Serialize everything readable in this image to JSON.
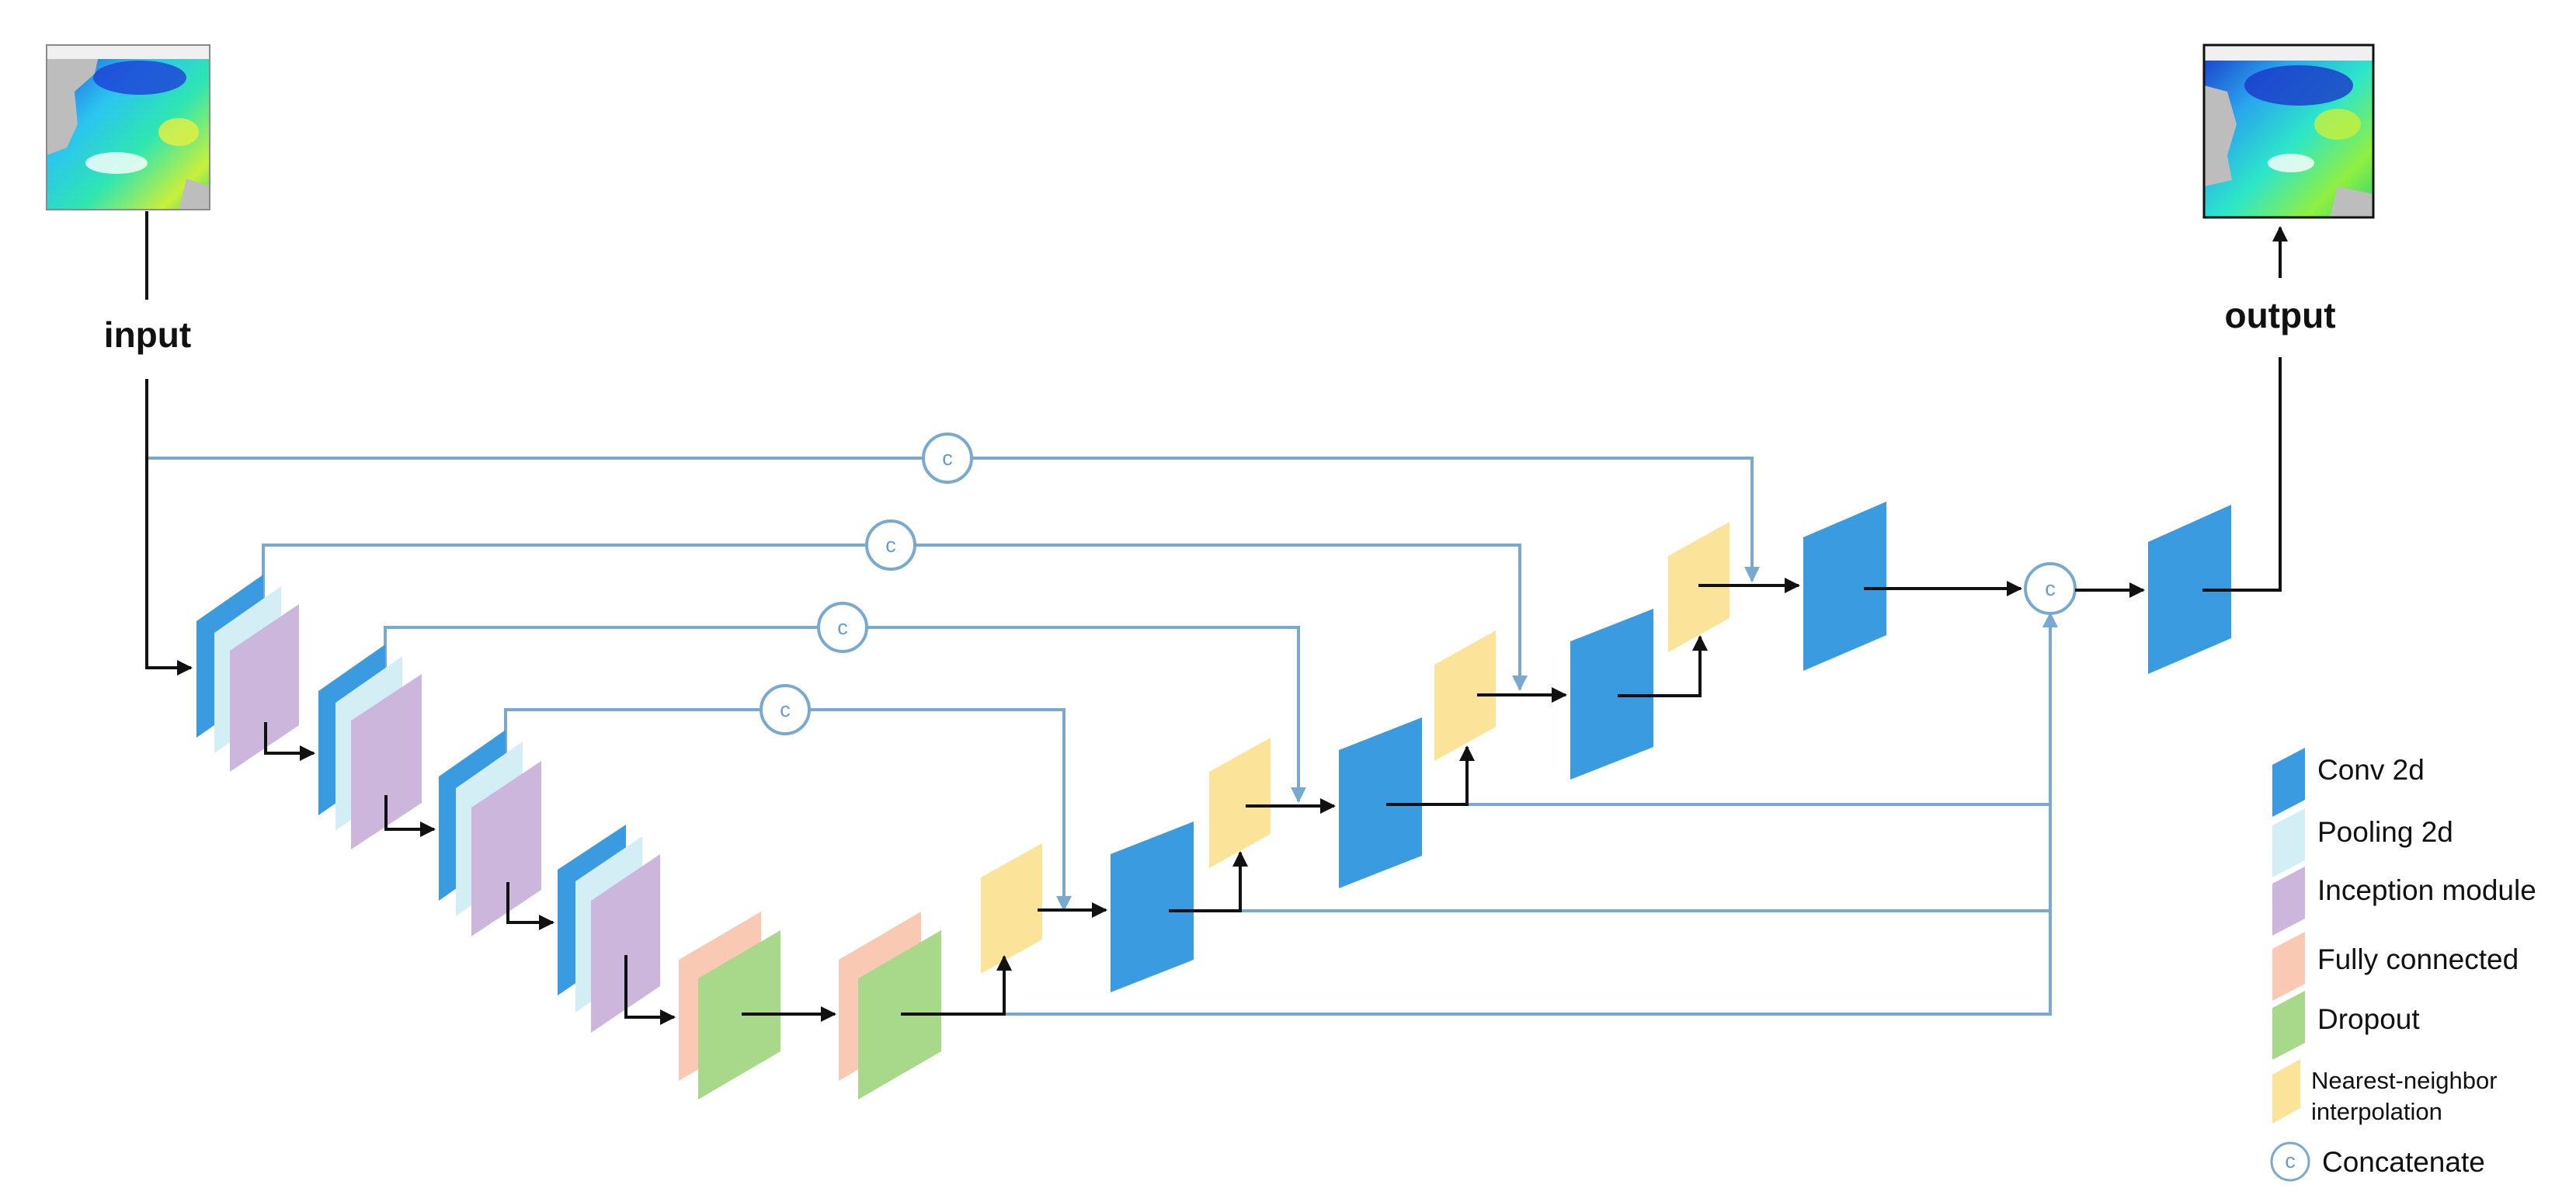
{
  "input_label": "input",
  "output_label": "output",
  "concat_letter": "c",
  "legend": {
    "conv": "Conv 2d",
    "pool": "Pooling 2d",
    "inception": "Inception module",
    "fc": "Fully connected",
    "dropout": "Dropout",
    "interp_line1": "Nearest-neighbor",
    "interp_line2": "interpolation",
    "concat": "Concatenate"
  },
  "colors": {
    "conv": "#3a9be0",
    "pool": "#d4eef6",
    "inception": "#cdb6dc",
    "fc": "#f9c9b4",
    "dropout": "#a8d98a",
    "interp": "#fbe49a",
    "skip": "#79a9cf",
    "flow": "#111111"
  }
}
